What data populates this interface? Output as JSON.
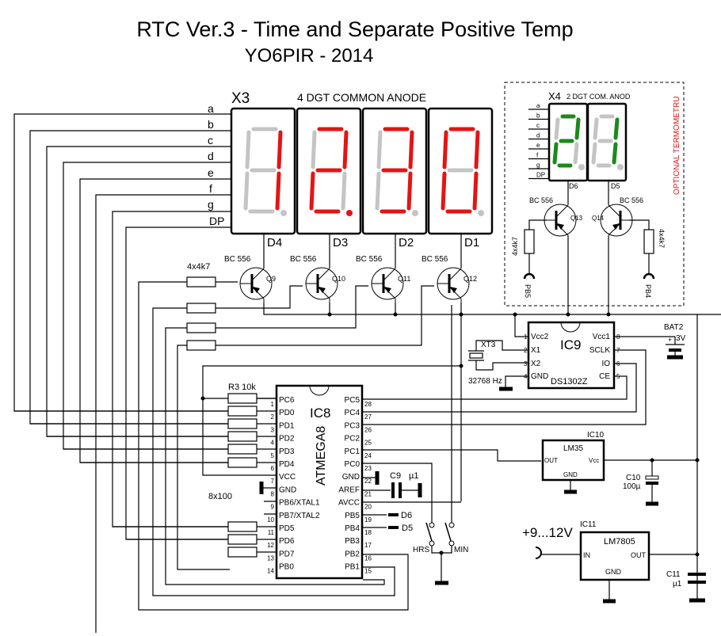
{
  "title": "RTC Ver.3 - Time and Separate Positive Temp",
  "subtitle": "YO6PIR - 2014",
  "colors": {
    "segment_on_main": "#e41414",
    "segment_on_temp": "#1a8a1a",
    "segment_off": "#c4c4c4",
    "optional_label": "#e41414"
  },
  "display_main": {
    "ref": "X3",
    "desc": "4 DGT COMMON ANODE",
    "reading": "12:30",
    "segment_labels": [
      "a",
      "b",
      "c",
      "d",
      "e",
      "f",
      "g",
      "DP"
    ],
    "digits": [
      {
        "label": "D4",
        "value": "1",
        "dp": false
      },
      {
        "label": "D3",
        "value": "2",
        "dp": true
      },
      {
        "label": "D2",
        "value": "3",
        "dp": false
      },
      {
        "label": "D1",
        "value": "0",
        "dp": false
      }
    ]
  },
  "display_temp": {
    "ref": "X4",
    "desc": "2 DGT COM. ANOD",
    "reading": "21",
    "optional_label": "OPTIONAL TERMOMETRU",
    "segment_labels": [
      "a",
      "b",
      "c",
      "d",
      "e",
      "f",
      "g",
      "DP"
    ],
    "digits": [
      {
        "label": "D6",
        "value": "2"
      },
      {
        "label": "D5",
        "value": "1"
      }
    ]
  },
  "transistors": [
    {
      "ref": "Q9",
      "type": "BC 556"
    },
    {
      "ref": "Q10",
      "type": "BC 556"
    },
    {
      "ref": "Q11",
      "type": "BC 556"
    },
    {
      "ref": "Q12",
      "type": "BC 556"
    },
    {
      "ref": "Q13",
      "type": "BC 556"
    },
    {
      "ref": "Q14",
      "type": "BC 556"
    }
  ],
  "resistors": {
    "base_main": "4x4k7",
    "base_temp_left": "4x4k7",
    "base_temp_right": "4x4k7",
    "reset": "R3 10k",
    "segment": "8x100"
  },
  "connectors": {
    "pb5": "PB5",
    "pb4": "PB4",
    "d6": "D6",
    "d5": "D5"
  },
  "ic8": {
    "ref": "IC8",
    "part": "ATMEGA8",
    "left_pins": [
      {
        "num": "1",
        "name": "PC6"
      },
      {
        "num": "2",
        "name": "PD0"
      },
      {
        "num": "3",
        "name": "PD1"
      },
      {
        "num": "4",
        "name": "PD2"
      },
      {
        "num": "5",
        "name": "PD3"
      },
      {
        "num": "6",
        "name": "PD4"
      },
      {
        "num": "7",
        "name": "VCC"
      },
      {
        "num": "8",
        "name": "GND"
      },
      {
        "num": "9",
        "name": "PB6/XTAL1"
      },
      {
        "num": "10",
        "name": "PB7/XTAL2"
      },
      {
        "num": "11",
        "name": "PD5"
      },
      {
        "num": "12",
        "name": "PD6"
      },
      {
        "num": "13",
        "name": "PD7"
      },
      {
        "num": "14",
        "name": "PB0"
      }
    ],
    "right_pins": [
      {
        "num": "28",
        "name": "PC5"
      },
      {
        "num": "27",
        "name": "PC4"
      },
      {
        "num": "26",
        "name": "PC3"
      },
      {
        "num": "25",
        "name": "PC2"
      },
      {
        "num": "24",
        "name": "PC1"
      },
      {
        "num": "23",
        "name": "PC0"
      },
      {
        "num": "22",
        "name": "GND"
      },
      {
        "num": "21",
        "name": "AREF"
      },
      {
        "num": "20",
        "name": "AVCC"
      },
      {
        "num": "19",
        "name": "PB5"
      },
      {
        "num": "18",
        "name": "PB4"
      },
      {
        "num": "17",
        "name": "PB3"
      },
      {
        "num": "16",
        "name": "PB2"
      },
      {
        "num": "15",
        "name": "PB1"
      }
    ]
  },
  "ic9": {
    "ref": "IC9",
    "part": "DS1302Z",
    "left_pins": [
      {
        "num": "1",
        "name": "Vcc2"
      },
      {
        "num": "2",
        "name": "X1"
      },
      {
        "num": "3",
        "name": "X2"
      },
      {
        "num": "4",
        "name": "GND"
      }
    ],
    "right_pins": [
      {
        "num": "8",
        "name": "Vcc1"
      },
      {
        "num": "7",
        "name": "SCLK"
      },
      {
        "num": "6",
        "name": "IO"
      },
      {
        "num": "5",
        "name": "CE"
      }
    ]
  },
  "crystal": {
    "ref": "XT3",
    "freq": "32768 Hz"
  },
  "battery": {
    "ref": "BAT2",
    "voltage": "3V",
    "plus": "+",
    "minus": "-"
  },
  "ic10": {
    "ref": "IC10",
    "part": "LM35",
    "out": "OUT",
    "vcc": "Vcc",
    "gnd": "GND"
  },
  "c10": {
    "ref": "C10",
    "value": "100µ"
  },
  "ic11": {
    "ref": "IC11",
    "part": "LM7805",
    "in": "IN",
    "out": "OUT",
    "gnd": "GND"
  },
  "c11": {
    "ref": "C11",
    "value": "µ1"
  },
  "c9": {
    "ref": "C9",
    "value": "µ1"
  },
  "supply": "+9...12V",
  "switches": {
    "hours": "HRS",
    "minutes": "MIN"
  }
}
